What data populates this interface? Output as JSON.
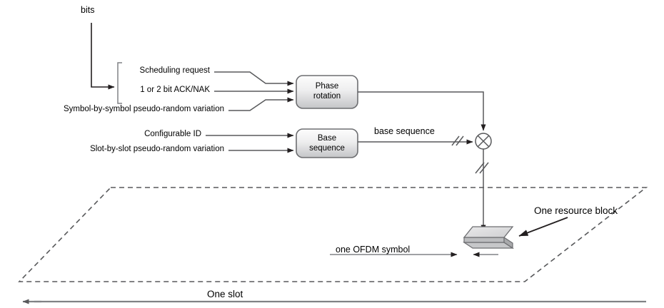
{
  "diagram": {
    "title_present": false,
    "colors": {
      "line": "#58595b",
      "line_dark": "#231f20",
      "box_fill_top": "#f2f2f2",
      "box_fill_bottom": "#c9cacb",
      "box_stroke": "#6d6e71",
      "dashed": "#58595b",
      "slab_top": "#d9d9d9",
      "slab_side": "#bfbfbf",
      "text": "#000000"
    },
    "labels": {
      "bits": "bits",
      "scheduling_request": "Scheduling request",
      "ack_nak": "1 or 2 bit ACK/NAK",
      "symbol_variation": "Symbol-by-symbol pseudo-random variation",
      "configurable_id": "Configurable ID",
      "slot_variation": "Slot-by-slot pseudo-random variation",
      "base_sequence_signal": "base sequence",
      "one_resource_block": "One resource block",
      "one_ofdm_symbol": "one OFDM symbol",
      "one_slot": "One slot"
    },
    "blocks": [
      {
        "id": "phase-rotation",
        "line1": "Phase",
        "line2": "rotation",
        "inputs": [
          "Scheduling request",
          "1 or 2 bit ACK/NAK",
          "Symbol-by-symbol pseudo-random variation"
        ]
      },
      {
        "id": "base-sequence",
        "line1": "Base",
        "line2": "sequence",
        "inputs": [
          "Configurable ID",
          "Slot-by-slot pseudo-random variation"
        ]
      }
    ],
    "operator": {
      "id": "multiplier",
      "symbol": "⊗",
      "name": "multiply"
    },
    "annotations": {
      "hash_marks": "double-slash bus markers on base sequence and output lines"
    }
  }
}
